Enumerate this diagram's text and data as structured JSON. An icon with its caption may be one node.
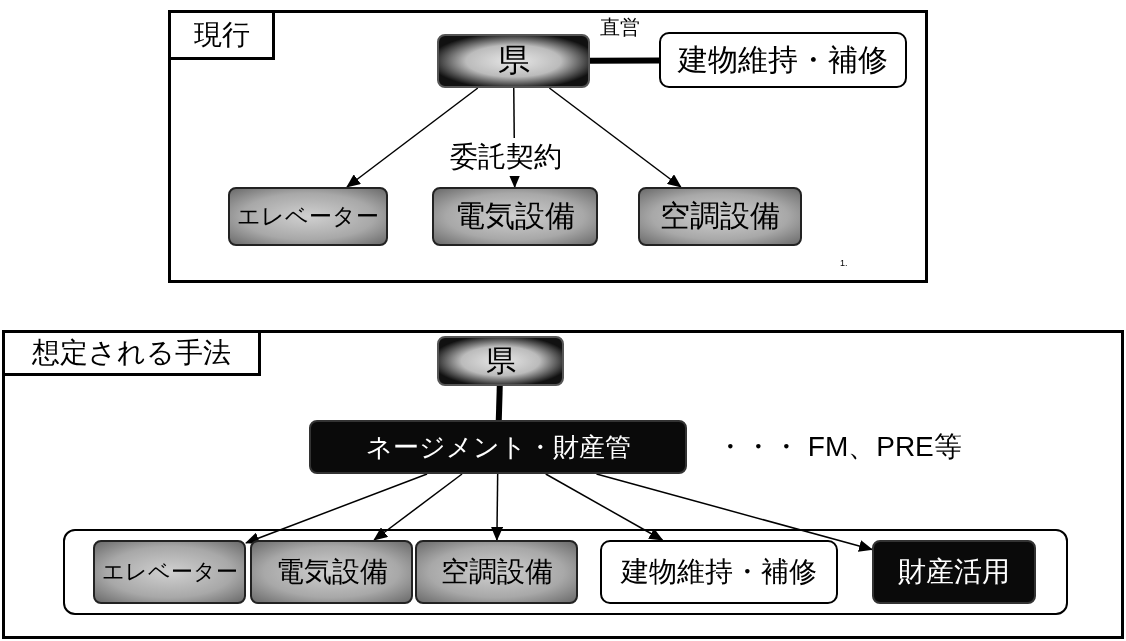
{
  "diagram": {
    "nodes": [
      {
        "text": [
          "現行"
        ]
      },
      {
        "text": [
          "県"
        ],
        "in": 0
      },
      {
        "text": [
          "建物維持・補修"
        ],
        "in": 0
      },
      {
        "text": [
          "エレベーター"
        ],
        "in": 0
      },
      {
        "text": [
          "電気設備"
        ],
        "in": 0
      },
      {
        "text": [
          "空調設備"
        ],
        "in": 0
      },
      {
        "text": [
          "想定される手法"
        ]
      },
      {
        "text": [
          "県"
        ],
        "in": 6
      },
      {
        "text": [
          "ネージメント・財産管"
        ],
        "in": 6,
        "beside": [
          "・・・ FM、PRE等"
        ]
      },
      {
        "text": [],
        "shape": "box",
        "in": 6
      },
      {
        "text": [
          "エレベーター"
        ],
        "in": 9
      },
      {
        "text": [
          "電気設備"
        ],
        "in": 9
      },
      {
        "text": [
          "空調設備"
        ],
        "in": 9
      },
      {
        "text": [
          "建物維持・補修"
        ],
        "in": 9
      },
      {
        "text": [
          "財産活用"
        ],
        "in": 9
      }
    ],
    "edges": [
      {
        "from": 1,
        "to": 2,
        "arrow": "none",
        "style": "thick",
        "label": "直営"
      },
      {
        "from": 1,
        "to": 3,
        "arrow": "to"
      },
      {
        "from": 1,
        "to": 4,
        "arrow": "to",
        "label": "委託契約"
      },
      {
        "from": 1,
        "to": 5,
        "arrow": "to"
      },
      {
        "from": 7,
        "to": 8,
        "arrow": "none",
        "style": "thick"
      },
      {
        "from": 8,
        "to": 10,
        "arrow": "to"
      },
      {
        "from": 8,
        "to": 11,
        "arrow": "to"
      },
      {
        "from": 8,
        "to": 12,
        "arrow": "to"
      },
      {
        "from": 8,
        "to": 13,
        "arrow": "to"
      },
      {
        "from": 8,
        "to": 14,
        "arrow": "to"
      }
    ],
    "labels": [
      "1."
    ]
  }
}
